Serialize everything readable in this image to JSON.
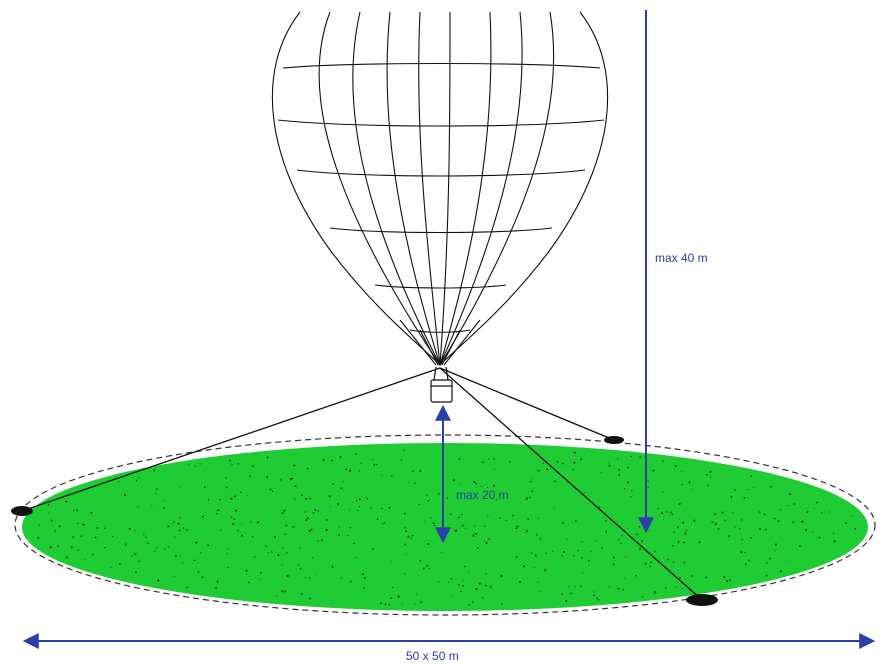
{
  "labels": {
    "max_height": "max 40 m",
    "basket_height": "max 20 m",
    "field_size": "50 x 50 m"
  },
  "colors": {
    "field": "#1fcc33",
    "dimension": "#2a3fa8",
    "lines": "#111111"
  }
}
